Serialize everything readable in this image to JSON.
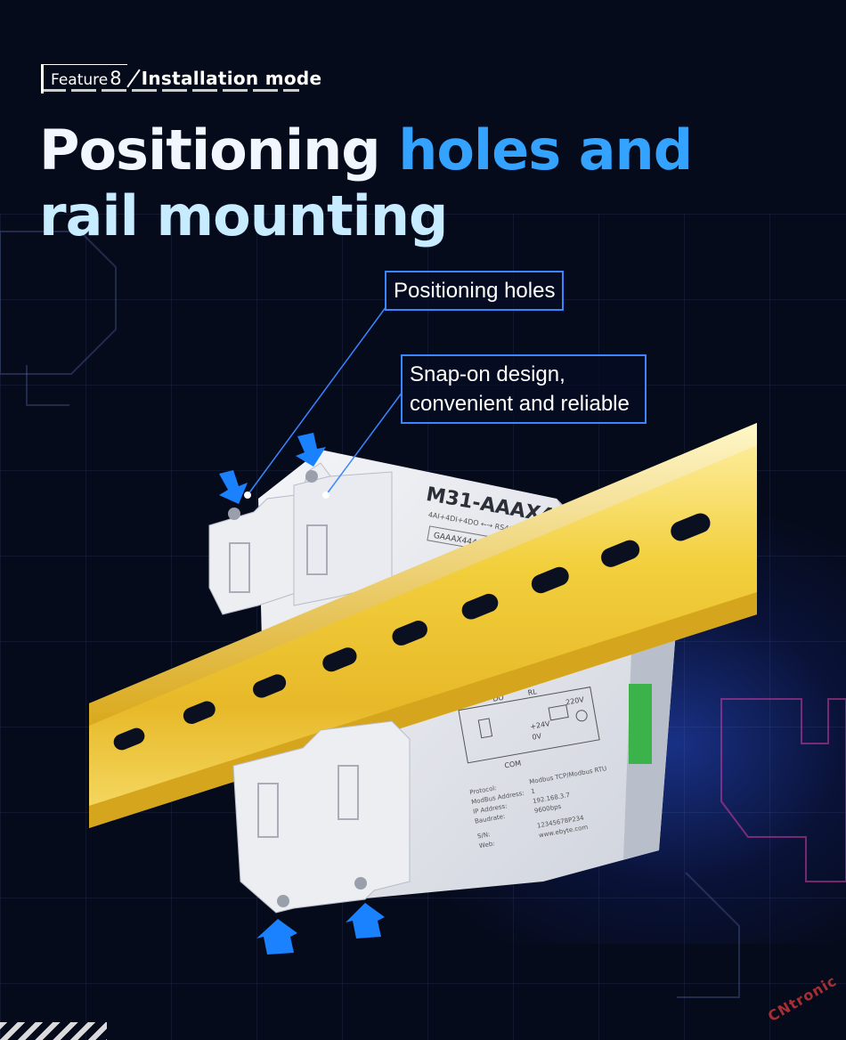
{
  "header": {
    "feature_label": "Feature",
    "feature_number": "8",
    "section_title": "Installation mode"
  },
  "headline": {
    "line1_part1": "Positioning",
    "line1_part2": "holes and",
    "line2": "rail mounting"
  },
  "callouts": {
    "positioning_holes": "Positioning holes",
    "snap_on_line1": "Snap-on design,",
    "snap_on_line2": "convenient and reliable"
  },
  "device": {
    "model": "M31-AAAX4440G",
    "spec_line": "4AI+4DI+4DO  ←→  RS485 / Ethernet",
    "sub_model": "GAAAX4440",
    "label_do": "DO",
    "label_rl": "RL",
    "label_com": "COM",
    "label_24v": "+24V",
    "label_0v": "0V",
    "label_220v": "220V",
    "info_keys": [
      "Protocol:",
      "ModBus Address:",
      "IP Address:",
      "Baudrate:",
      "S/N:",
      "Web:"
    ],
    "info_values": [
      "Modbus TCP/Modbus RTU",
      "1",
      "192.168.3.7",
      "9600bps",
      "12345678P234",
      "www.ebyte.com"
    ]
  },
  "watermark": "CNtronic",
  "colors": {
    "background": "#060b1c",
    "accent_blue": "#33a3ff",
    "callout_border": "#3a86ff",
    "rail_yellow": "#f0cc3a",
    "arrow_blue": "#1a82ff"
  }
}
